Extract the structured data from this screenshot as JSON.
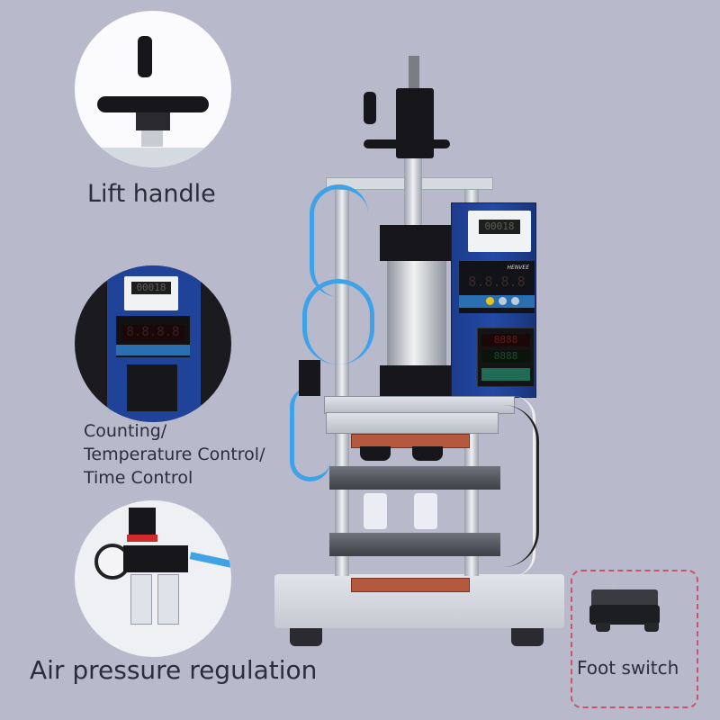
{
  "background_color": "#b9b9cc",
  "callouts": [
    {
      "id": "lift-handle",
      "label": "Lift handle",
      "image": "handwheel-closeup"
    },
    {
      "id": "controls",
      "label_lines": [
        "Counting/",
        "Temperature Control/",
        "Time Control"
      ],
      "image": "control-panel-closeup"
    },
    {
      "id": "air-pressure",
      "label": "Air pressure regulation",
      "image": "air-regulator-closeup"
    }
  ],
  "foot_switch": {
    "label": "Foot switch",
    "border_color": "#c9536a"
  },
  "machine": {
    "brand": "HENVEE",
    "counter_display": "00018",
    "timer_display": "8.8.8.8",
    "temp_display_top": "8888",
    "temp_display_bottom": "8888",
    "tube_color": "#3fa2e6",
    "panel_color": "#234aa6"
  }
}
